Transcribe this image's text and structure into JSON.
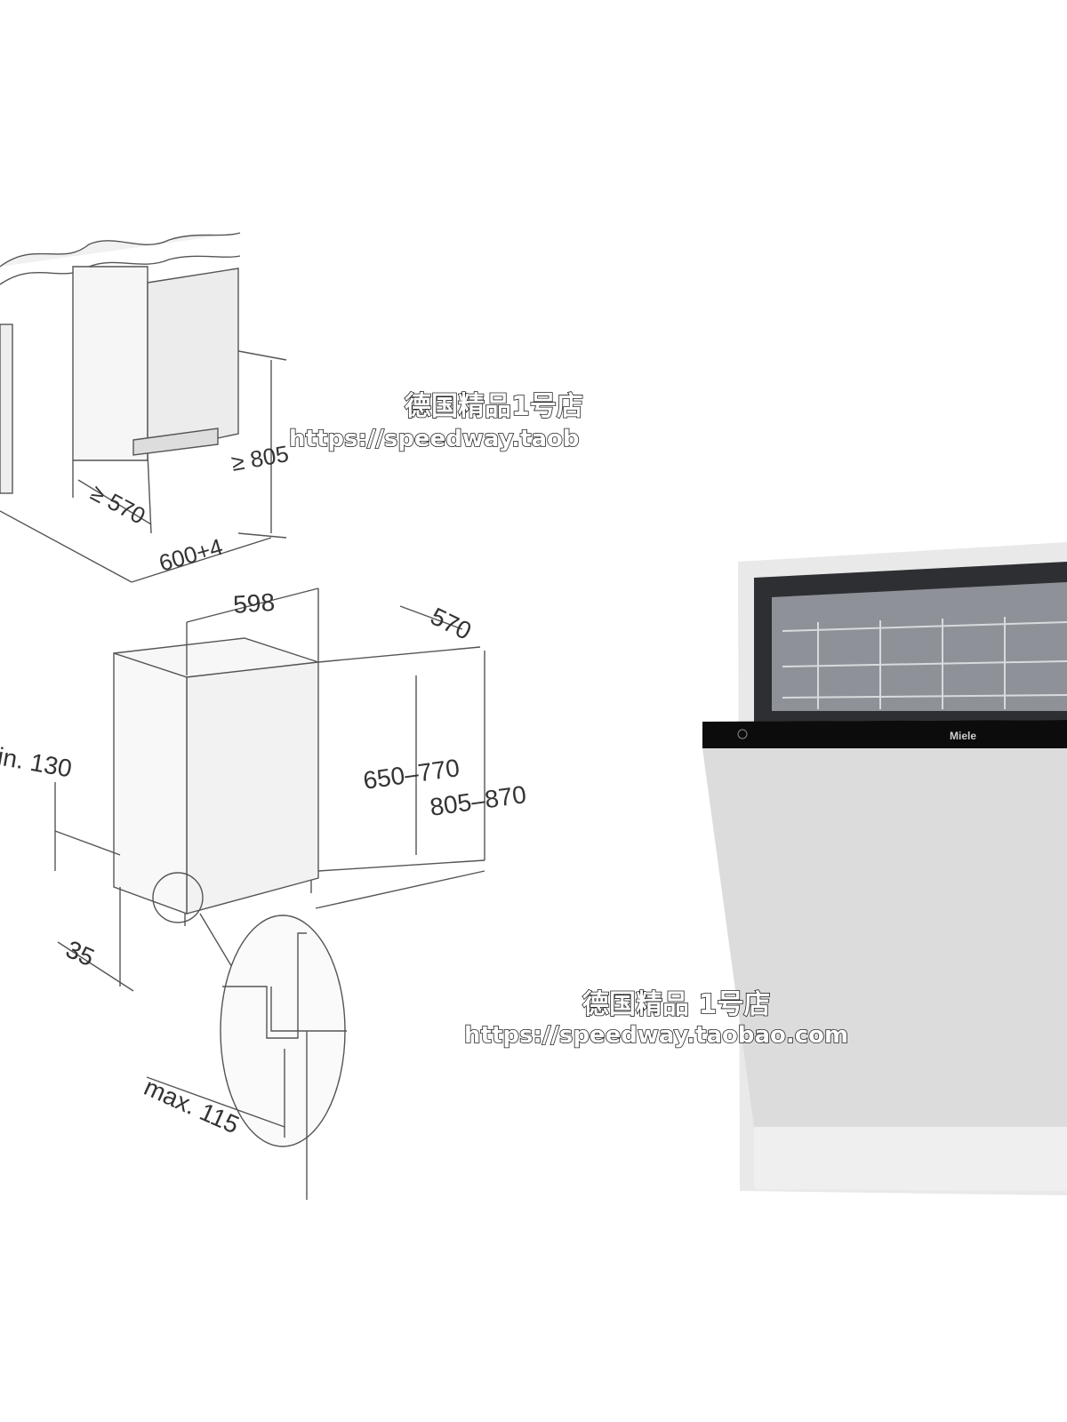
{
  "diagram": {
    "niche": {
      "height_label": "≥ 805",
      "depth_label": "≥ 570",
      "width_label": "600+4"
    },
    "appliance": {
      "width_label": "598",
      "depth_label": "570",
      "inner_height_label": "650–770",
      "outer_height_label": "805–870",
      "min_label": "in. 130",
      "plinth_label": "35",
      "max_label": "max. 115"
    }
  },
  "watermarks": [
    {
      "line1": "德国精品1号店",
      "line2": "https://speedway.taob"
    },
    {
      "line1": "德国精品 1号店",
      "line2": "https://speedway.taobao.com"
    }
  ],
  "product": {
    "brand": "Miele"
  }
}
